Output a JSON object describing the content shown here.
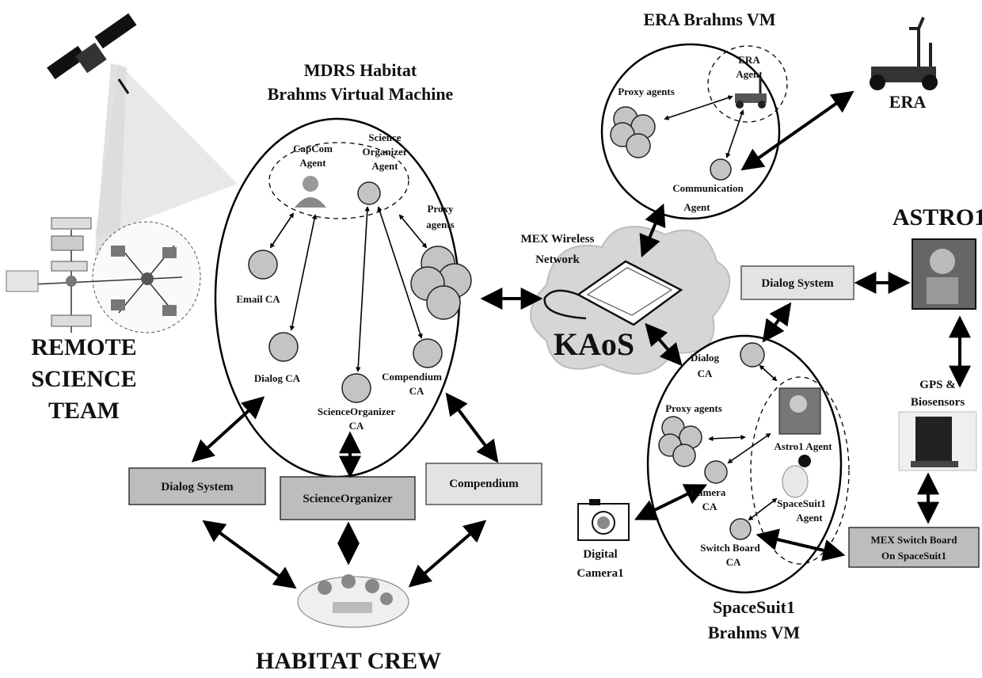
{
  "titles": {
    "mdrs_line1": "MDRS Habitat",
    "mdrs_line2": "Brahms Virtual Machine",
    "era_vm": "ERA Brahms VM",
    "spacesuit_line1": "SpaceSuit1",
    "spacesuit_line2": "Brahms VM",
    "remote_line1": "REMOTE",
    "remote_line2": "SCIENCE",
    "remote_line3": "TEAM",
    "habitat_crew": "HABITAT CREW",
    "astro1": "ASTRO1",
    "era": "ERA"
  },
  "mdrs": {
    "capcom_line1": "CapCom",
    "capcom_line2": "Agent",
    "sci_org_line1": "Science",
    "sci_org_line2": "Organizer",
    "sci_org_line3": "Agent",
    "proxy_line1": "Proxy",
    "proxy_line2": "agents",
    "email_ca": "Email CA",
    "dialog_ca": "Dialog CA",
    "sciorg_ca_line1": "ScienceOrganizer",
    "sciorg_ca_line2": "CA",
    "compendium_ca_line1": "Compendium",
    "compendium_ca_line2": "CA"
  },
  "era_vm": {
    "era_agent_line1": "ERA",
    "era_agent_line2": "Agent",
    "proxy_agents": "Proxy agents",
    "comm_line1": "Communication",
    "comm_line2": "Agent"
  },
  "network": {
    "mex_line1": "MEX Wireless",
    "mex_line2": "Network",
    "kaos": "KAoS"
  },
  "spacesuit": {
    "dialog_ca_line1": "Dialog",
    "dialog_ca_line2": "CA",
    "proxy_agents": "Proxy agents",
    "astro1_agent": "Astro1 Agent",
    "camera_ca_line1": "Camera",
    "camera_ca_line2": "CA",
    "spacesuit_agent_line1": "SpaceSuit1",
    "spacesuit_agent_line2": "Agent",
    "switch_ca_line1": "Switch Board",
    "switch_ca_line2": "CA"
  },
  "boxes": {
    "dialog_system_left": "Dialog System",
    "science_organizer": "ScienceOrganizer",
    "compendium": "Compendium",
    "dialog_system_right": "Dialog System",
    "mex_switch_line1": "MEX Switch Board",
    "mex_switch_line2": "On SpaceSuit1"
  },
  "devices": {
    "gps_line1": "GPS &",
    "gps_line2": "Biosensors",
    "camera_line1": "Digital",
    "camera_line2": "Camera1"
  }
}
